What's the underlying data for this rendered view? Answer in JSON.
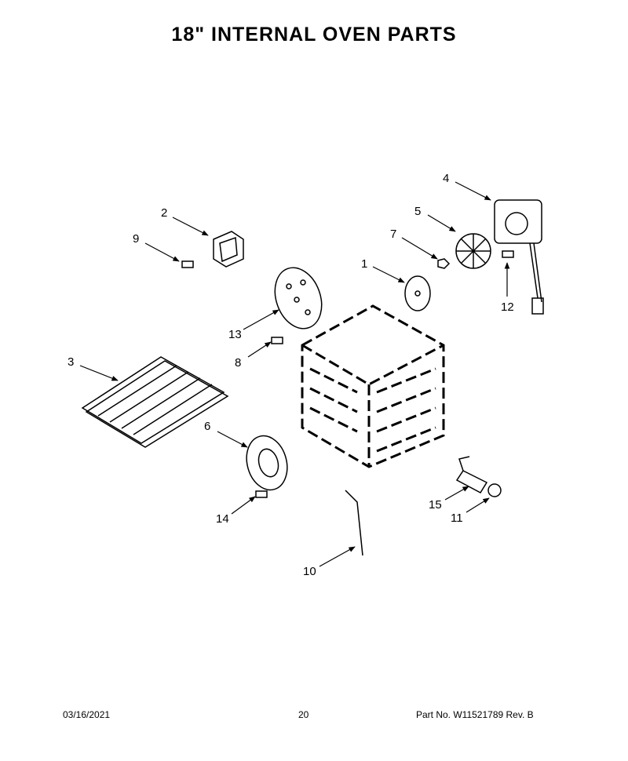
{
  "title": "18\" INTERNAL OVEN PARTS",
  "callouts": [
    "1",
    "2",
    "3",
    "4",
    "5",
    "6",
    "7",
    "8",
    "9",
    "10",
    "11",
    "12",
    "13",
    "14",
    "15"
  ],
  "footer": {
    "date": "03/16/2021",
    "page": "20",
    "part": "Part No.  W11521789  Rev.  B"
  }
}
